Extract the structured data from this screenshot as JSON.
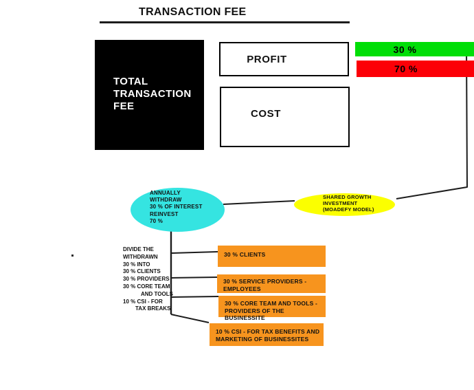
{
  "title": "TRANSACTION FEE",
  "colors": {
    "black": "#000000",
    "cyan": "#35E4E1",
    "yellow": "#FBFF00",
    "green": "#00DE07",
    "red": "#FC0007",
    "orange": "#F7941E",
    "line": "#1c1c1c"
  },
  "total_fee_box": {
    "label": "TOTAL\nTRANSACTION\nFEE"
  },
  "profit_box": {
    "label": "PROFIT"
  },
  "cost_box": {
    "label": "COST"
  },
  "split_bars": {
    "profit_pct": "30 %",
    "cost_pct": "70 %"
  },
  "annual_ellipse": {
    "text": "ANNUALLY\nWITHDRAW\n30 % OF INTEREST\nREINVEST\n70 %"
  },
  "shared_growth_ellipse": {
    "text": "SHARED GROWTH\nINVESTMENT\n(MOADEFY MODEL)"
  },
  "divide_note": {
    "lines": [
      {
        "text": "DIVIDE THE",
        "indent": 0
      },
      {
        "text": "WITHDRAWN",
        "indent": 0
      },
      {
        "text": "30 % INTO",
        "indent": 0
      },
      {
        "text": "30 % CLIENTS",
        "indent": 0
      },
      {
        "text": "30 % PROVIDERS",
        "indent": 0
      },
      {
        "text": "30 % CORE TEAM",
        "indent": 0
      },
      {
        "text": "AND TOOLS",
        "indent": 26
      },
      {
        "text": "10 % CSI - FOR",
        "indent": 0
      },
      {
        "text": "TAX BREAKS",
        "indent": 18
      }
    ]
  },
  "allocation_boxes": [
    {
      "label": "30 % CLIENTS"
    },
    {
      "label": "30 % SERVICE PROVIDERS -\nEMPLOYEES"
    },
    {
      "label": "30 % CORE TEAM AND TOOLS -\nPROVIDERS OF THE BUSINESSITE"
    },
    {
      "label": "10 % CSI - FOR TAX BENEFITS AND\nMARKETING OF BUSINESSITES"
    }
  ]
}
